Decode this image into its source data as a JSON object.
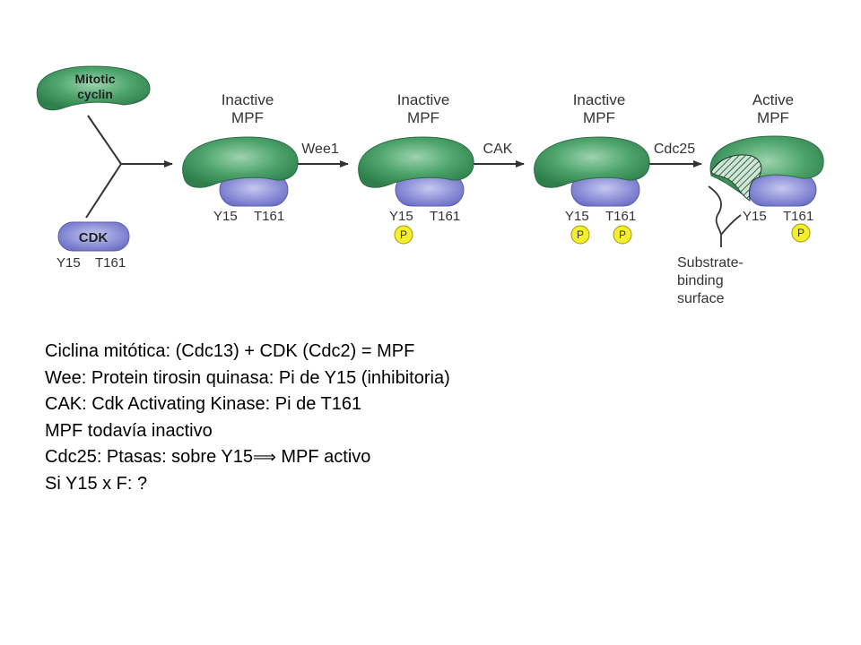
{
  "colors": {
    "cyclin_green": "#3f9c5f",
    "cdk_blue": "#8c8fd6",
    "phosphate_yellow": "#f3ef2d",
    "arrow": "#333333"
  },
  "labels": {
    "cyclin": [
      "Mitotic",
      "cyclin"
    ],
    "cdk": "CDK",
    "free_sites": [
      "Y15",
      "T161"
    ],
    "phosphate": "P",
    "substrate": [
      "Substrate-",
      "binding",
      "surface"
    ]
  },
  "enzymes": [
    "Wee1",
    "CAK",
    "Cdc25"
  ],
  "stages": [
    {
      "state": [
        "Inactive",
        "MPF"
      ],
      "y15": "Y15",
      "t161": "T161",
      "phospho_y15": false,
      "phospho_t161": false
    },
    {
      "state": [
        "Inactive",
        "MPF"
      ],
      "y15": "Y15",
      "t161": "T161",
      "phospho_y15": true,
      "phospho_t161": false
    },
    {
      "state": [
        "Inactive",
        "MPF"
      ],
      "y15": "Y15",
      "t161": "T161",
      "phospho_y15": true,
      "phospho_t161": true
    },
    {
      "state": [
        "Active",
        "MPF"
      ],
      "y15": "Y15",
      "t161": "T161",
      "phospho_y15": false,
      "phospho_t161": true
    }
  ],
  "notes": [
    {
      "text": "Ciclina mitótica: (Cdc13) + CDK (Cdc2) = MPF"
    },
    {
      "text": "Wee: Protein tirosin quinasa: Pi de Y15 (inhibitoria)"
    },
    {
      "text": "CAK: Cdk Activating Kinase: Pi de T161"
    },
    {
      "text": "MPF todavía inactivo"
    },
    {
      "text": "Cdc25: Ptasas: sobre Y15",
      "arrow": "⟹",
      "after": " MPF activo"
    },
    {
      "text": "Si Y15 x F: ?"
    }
  ]
}
